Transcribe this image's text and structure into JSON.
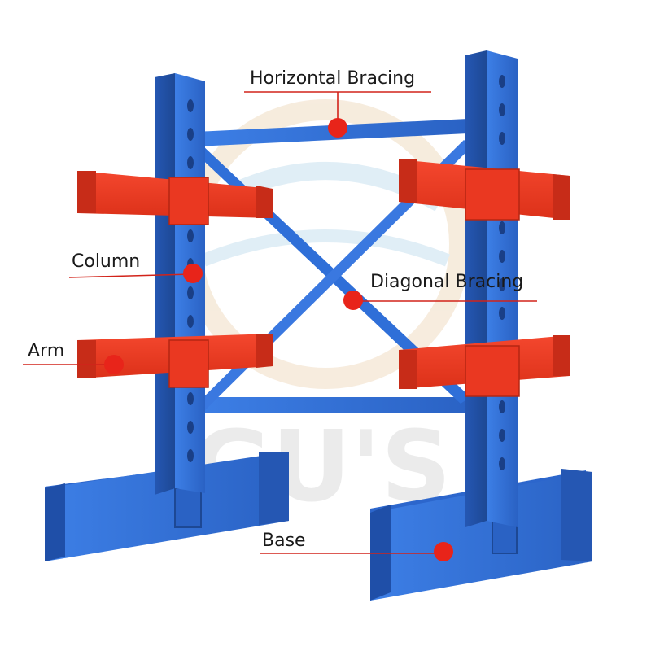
{
  "watermark": {
    "text": "GU'S"
  },
  "colors": {
    "frame_blue": "#2f6fd8",
    "frame_blue_dark": "#1f4fa8",
    "arm_red": "#ef3b24",
    "arm_red_dark": "#c72c18",
    "marker_red": "#e8241a"
  },
  "labels": {
    "horizontal_bracing": "Horizontal Bracing",
    "column": "Column",
    "diagonal_bracing": "Diagonal Bracing",
    "arm": "Arm",
    "base": "Base"
  }
}
